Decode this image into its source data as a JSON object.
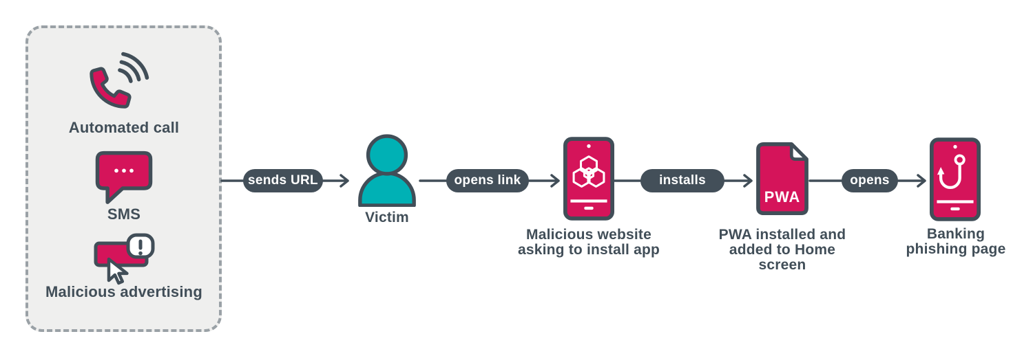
{
  "colors": {
    "accent_pink": "#d5145a",
    "dark_slate": "#414e58",
    "teal": "#00b1b5",
    "panel_background": "#efefee",
    "panel_border": "#9aa1a6",
    "pill_background": "#434f59",
    "pill_text": "#ffffff"
  },
  "lure_panel": {
    "items": [
      {
        "icon": "automated-call-icon",
        "label": "Automated call"
      },
      {
        "icon": "sms-icon",
        "label": "SMS"
      },
      {
        "icon": "malicious-advertising-icon",
        "label": "Malicious advertising"
      }
    ]
  },
  "flow": {
    "connectors": [
      {
        "label": "sends URL"
      },
      {
        "label": "opens link"
      },
      {
        "label": "installs"
      },
      {
        "label": "opens"
      }
    ],
    "nodes": [
      {
        "icon": "victim-icon",
        "label": "Victim"
      },
      {
        "icon": "malicious-website-phone-icon",
        "label_line1": "Malicious website",
        "label_line2": "asking to install app"
      },
      {
        "icon": "pwa-file-icon",
        "badge": "PWA",
        "label_line1": "PWA installed and",
        "label_line2": "added to Home screen"
      },
      {
        "icon": "banking-phishing-phone-icon",
        "label_line1": "Banking",
        "label_line2": "phishing page"
      }
    ]
  }
}
